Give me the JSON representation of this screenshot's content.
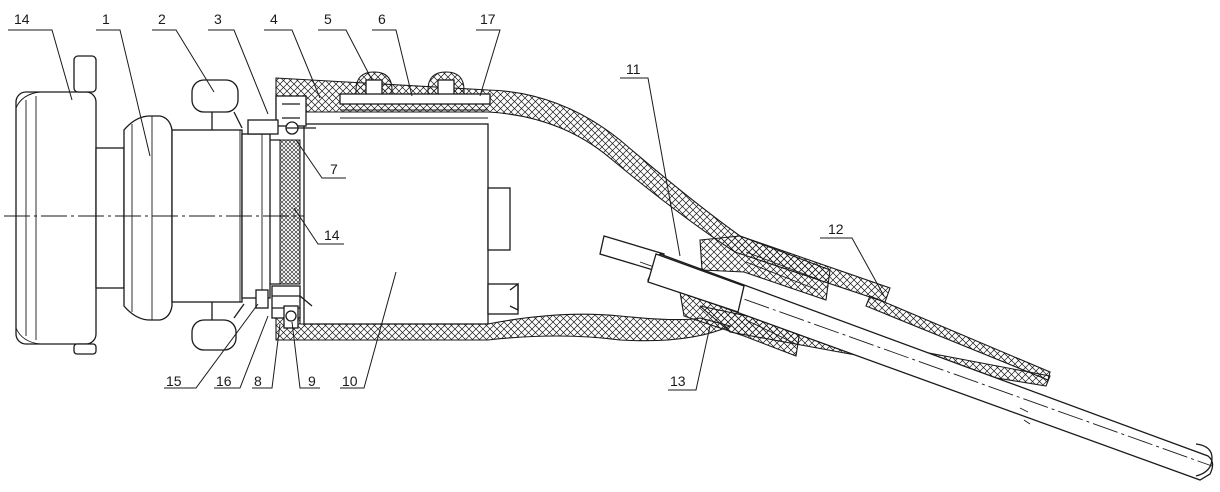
{
  "drawing": {
    "part_numbers": {
      "p14_top": "14",
      "p1": "1",
      "p2": "2",
      "p3": "3",
      "p4": "4",
      "p5": "5",
      "p6": "6",
      "p17": "17",
      "p7": "7",
      "p14_mid": "14",
      "p10": "10",
      "p11": "11",
      "p12": "12",
      "p13": "13",
      "p15": "15",
      "p16": "16",
      "p8": "8",
      "p9": "9"
    },
    "colors": {
      "line": "#1a1a1a",
      "background": "#ffffff"
    }
  }
}
